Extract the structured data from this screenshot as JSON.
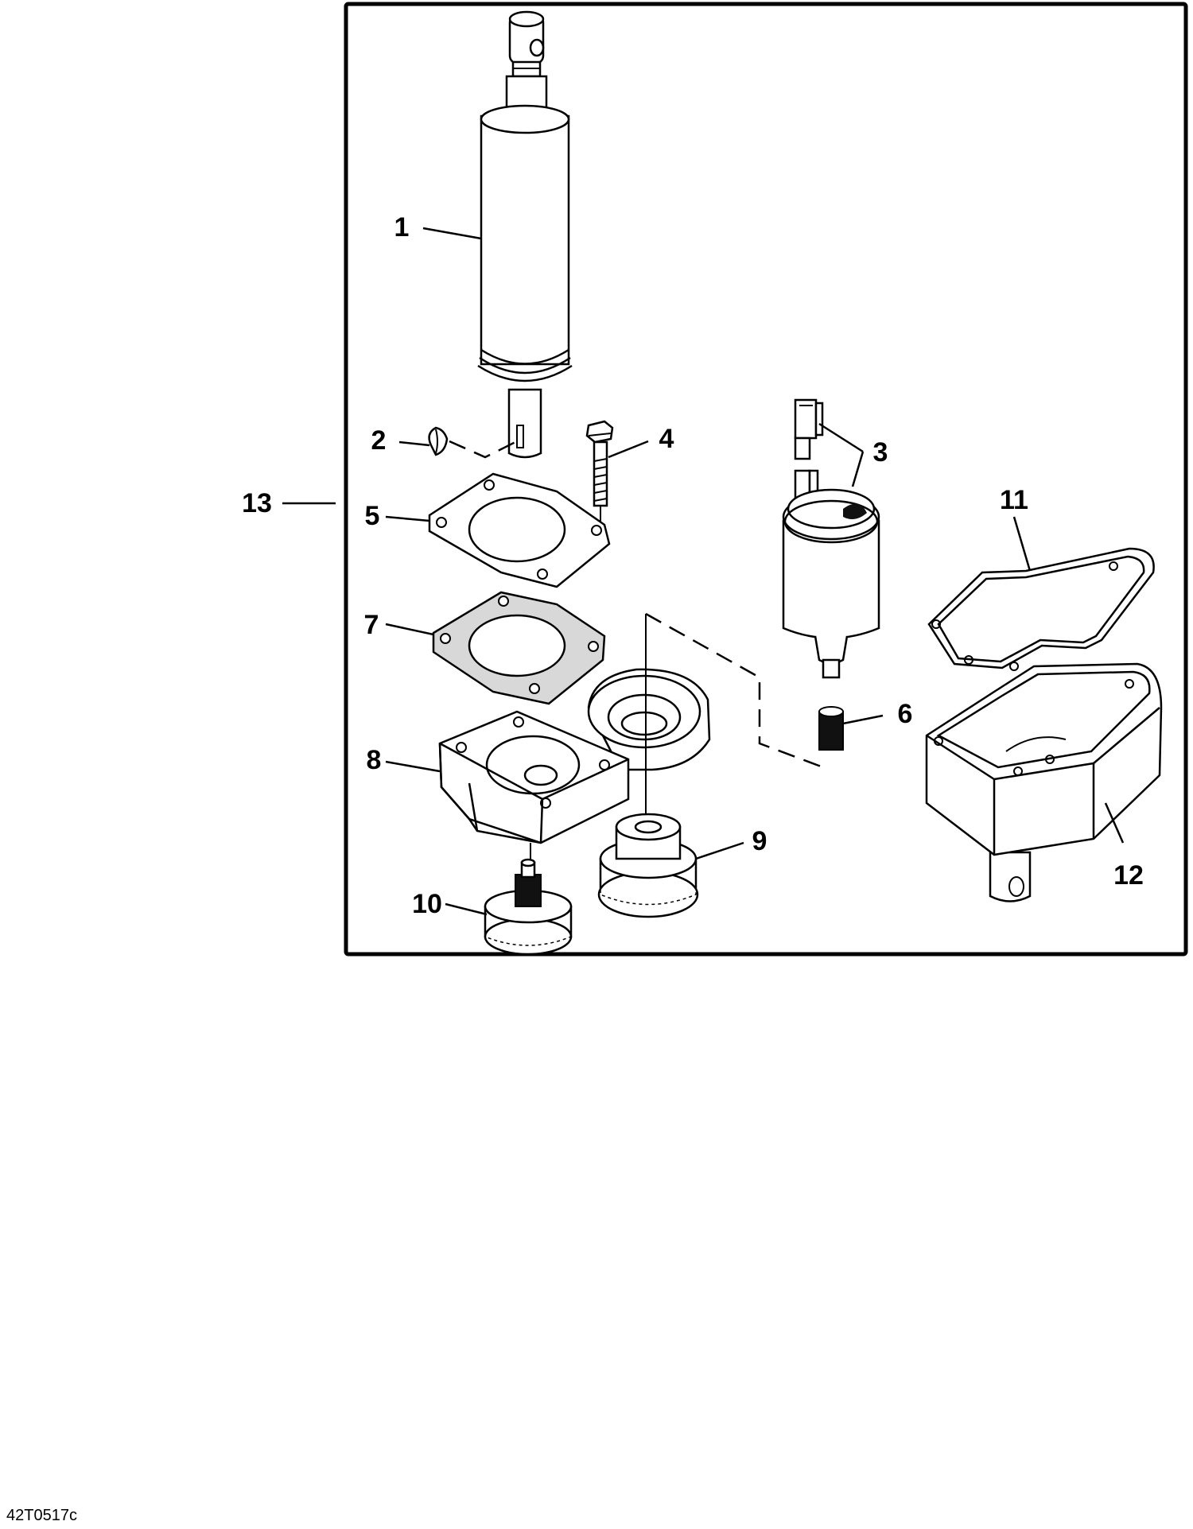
{
  "figure_id": "42T0517c",
  "callouts": [
    {
      "num": "1",
      "part": "cylinder"
    },
    {
      "num": "2",
      "part": "key"
    },
    {
      "num": "3",
      "part": "connector-wires"
    },
    {
      "num": "4",
      "part": "bolt"
    },
    {
      "num": "5",
      "part": "plate"
    },
    {
      "num": "6",
      "part": "coupler"
    },
    {
      "num": "7",
      "part": "gasket"
    },
    {
      "num": "8",
      "part": "gear-housing"
    },
    {
      "num": "9",
      "part": "drive-gear"
    },
    {
      "num": "10",
      "part": "pinion-gear"
    },
    {
      "num": "11",
      "part": "cover-gasket"
    },
    {
      "num": "12",
      "part": "gear-cover"
    },
    {
      "num": "13",
      "part": "actuator-assembly"
    }
  ]
}
